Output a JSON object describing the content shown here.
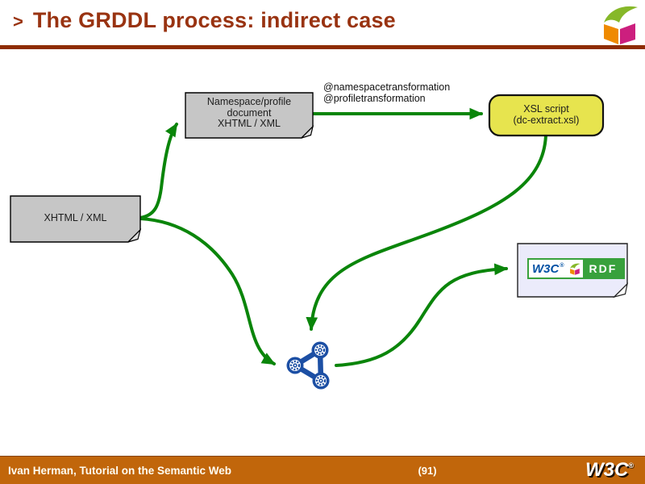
{
  "header": {
    "bullet": ">",
    "title": "The GRDDL process: indirect case"
  },
  "icons": {
    "header_cube": "w3c-tutorial-cube-icon",
    "molecule": "rdf-graph-molecule-icon",
    "doc_boxes": "document-with-folded-corner"
  },
  "colors": {
    "title_maroon": "#993311",
    "rule_maroon": "#8e2c00",
    "arrow_green": "#0a850a",
    "doc_box_gray": "#c6c6c6",
    "xsl_yellow": "#e7e44e",
    "rdf_box_lavender": "#ebebfb",
    "molecule_blue": "#1c4fa4",
    "logo_green": "#38a13c",
    "w3c_blue": "#0051a3",
    "footer_orange": "#c1660b"
  },
  "diagram": {
    "namespace_box": {
      "lines": [
        "Namespace/profile",
        "document",
        "XHTML / XML"
      ]
    },
    "attribute_labels": {
      "lines": [
        "@namespacetransformation",
        "@profiletransformation"
      ]
    },
    "xsl_box": {
      "lines": [
        "XSL script",
        "(dc-extract.xsl)"
      ]
    },
    "xhtml_box": {
      "label": "XHTML / XML"
    },
    "rdf_box": {
      "logo_w3c": "W3C",
      "logo_reg": "®",
      "logo_rdf": "RDF"
    }
  },
  "footer": {
    "author": "Ivan Herman, Tutorial on the Semantic Web",
    "page_number": "(91)",
    "w3c_logo": "W3C",
    "w3c_reg": "®"
  }
}
